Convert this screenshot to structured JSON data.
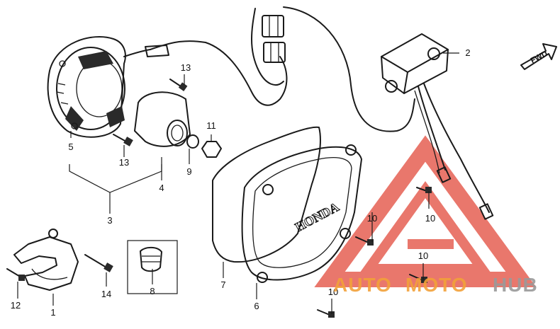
{
  "callouts": {
    "c1": "1",
    "c2": "2",
    "c3": "3",
    "c4": "4",
    "c5": "5",
    "c6": "6",
    "c7": "7",
    "c8": "8",
    "c9": "9",
    "c10a": "10",
    "c10b": "10",
    "c10c": "10",
    "c10d": "10",
    "c11": "11",
    "c12": "12",
    "c13a": "13",
    "c13b": "13",
    "c14": "14"
  },
  "fwd_label": "FWD",
  "cover_text": "HONDA",
  "watermark": {
    "auto": "AUTO",
    "moto": "MOTO",
    "hub": "HUB",
    "colors": {
      "auto": "#f2a13a",
      "moto": "#f2a13a",
      "hub": "#9a9a9a",
      "triangle": "#e24a3b"
    }
  }
}
